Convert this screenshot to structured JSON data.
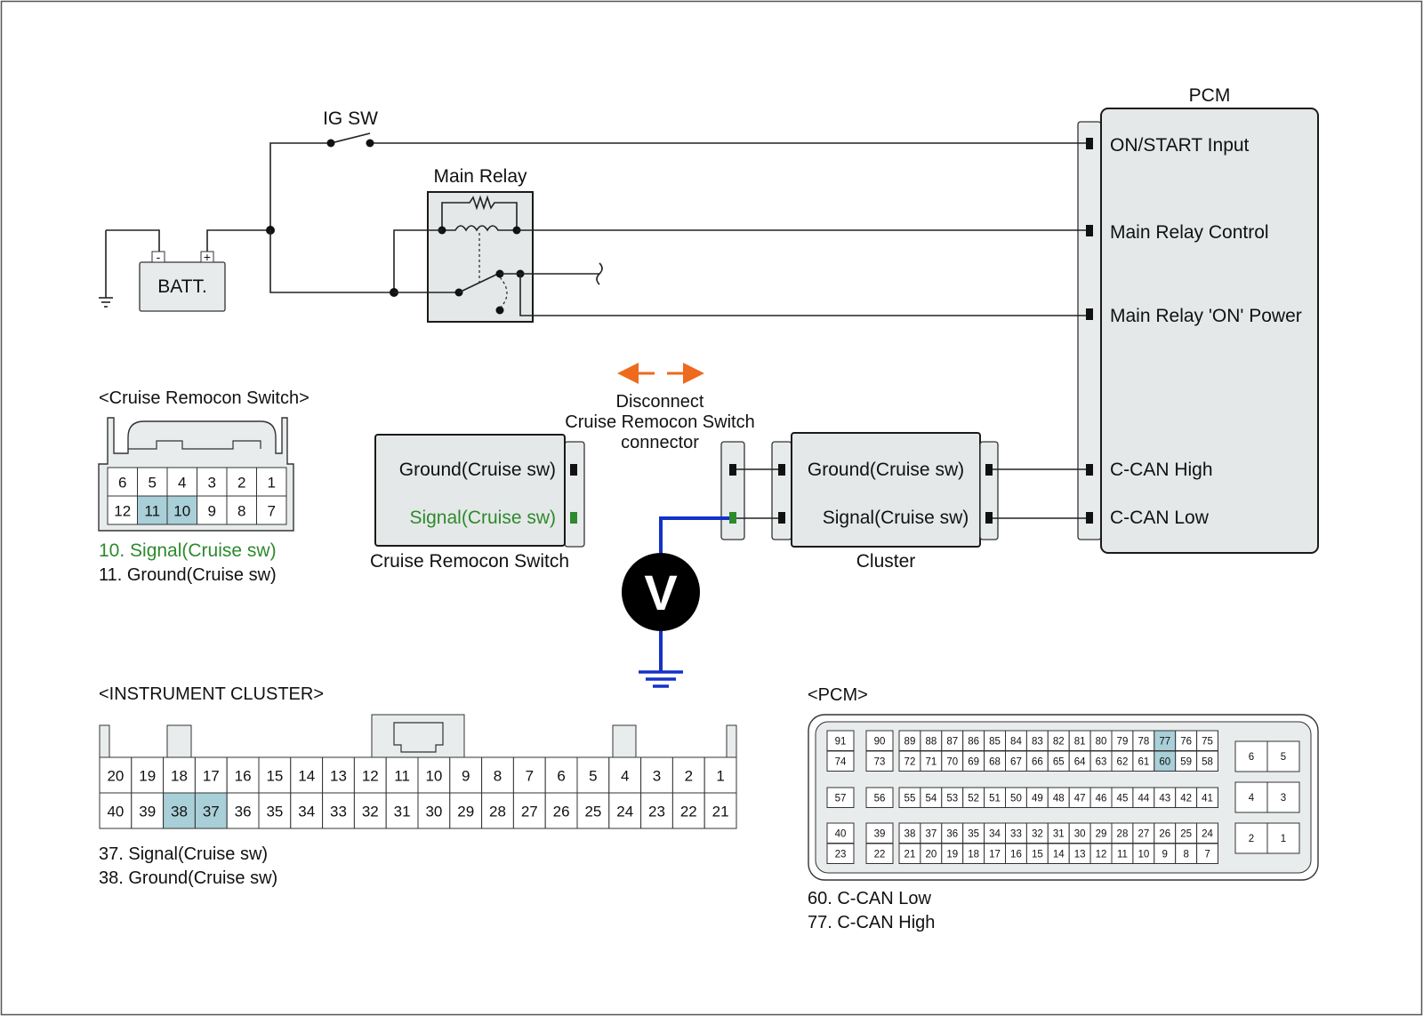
{
  "colors": {
    "highlight_pin": "#a9cfd8",
    "signal_green": "#2d8a2d",
    "probe_wire_blue": "#1432c8",
    "arrow_orange": "#ee6a1e",
    "component_fill": "#e5e8e8"
  },
  "pcm": {
    "title": "PCM",
    "inputs": [
      "ON/START Input",
      "Main Relay Control",
      "Main Relay 'ON' Power",
      "C-CAN High",
      "C-CAN Low"
    ]
  },
  "ig_sw": {
    "label": "IG SW"
  },
  "main_relay": {
    "label": "Main Relay"
  },
  "battery": {
    "label": "BATT.",
    "minus": "-",
    "plus": "+"
  },
  "disconnect_note": {
    "line1": "Disconnect",
    "line2": "Cruise Remocon Switch",
    "line3": "connector"
  },
  "cruise_switch_component": {
    "caption": "Cruise Remocon Switch",
    "ground": "Ground(Cruise sw)",
    "signal": "Signal(Cruise sw)"
  },
  "cluster_component": {
    "caption": "Cluster",
    "ground": "Ground(Cruise sw)",
    "signal": "Signal(Cruise sw)"
  },
  "voltmeter": {
    "symbol": "V"
  },
  "cruise_connector": {
    "title": "<Cruise Remocon Switch>",
    "top_row": [
      "6",
      "5",
      "4",
      "3",
      "2",
      "1"
    ],
    "bottom_row": [
      "12",
      "11",
      "10",
      "9",
      "8",
      "7"
    ],
    "highlighted": [
      "11",
      "10"
    ],
    "legend": [
      "10. Signal(Cruise sw)",
      "11. Ground(Cruise sw)"
    ]
  },
  "cluster_connector": {
    "title": "<INSTRUMENT CLUSTER>",
    "top_row": [
      "20",
      "19",
      "18",
      "17",
      "16",
      "15",
      "14",
      "13",
      "12",
      "11",
      "10",
      "9",
      "8",
      "7",
      "6",
      "5",
      "4",
      "3",
      "2",
      "1"
    ],
    "bottom_row": [
      "40",
      "39",
      "38",
      "37",
      "36",
      "35",
      "34",
      "33",
      "32",
      "31",
      "30",
      "29",
      "28",
      "27",
      "26",
      "25",
      "24",
      "23",
      "22",
      "21"
    ],
    "highlighted": [
      "38",
      "37"
    ],
    "legend": [
      "37. Signal(Cruise sw)",
      "38. Ground(Cruise sw)"
    ]
  },
  "pcm_connector": {
    "title": "<PCM>",
    "block_left_row1": [
      "91",
      "90"
    ],
    "block_left_row2": [
      "74",
      "73"
    ],
    "block_main_row1": [
      "89",
      "88",
      "87",
      "86",
      "85",
      "84",
      "83",
      "82",
      "81",
      "80",
      "79",
      "78",
      "77",
      "76",
      "75"
    ],
    "block_main_row2": [
      "72",
      "71",
      "70",
      "69",
      "68",
      "67",
      "66",
      "65",
      "64",
      "63",
      "62",
      "61",
      "60",
      "59",
      "58"
    ],
    "mid_left": [
      "57",
      "56"
    ],
    "mid_main": [
      "55",
      "54",
      "53",
      "52",
      "51",
      "50",
      "49",
      "48",
      "47",
      "46",
      "45",
      "44",
      "43",
      "42",
      "41"
    ],
    "block_bottom_left_row1": [
      "40",
      "39"
    ],
    "block_bottom_left_row2": [
      "23",
      "22"
    ],
    "block_bottom_main_row1": [
      "38",
      "37",
      "36",
      "35",
      "34",
      "33",
      "32",
      "31",
      "30",
      "29",
      "28",
      "27",
      "26",
      "25",
      "24"
    ],
    "block_bottom_main_row2": [
      "21",
      "20",
      "19",
      "18",
      "17",
      "16",
      "15",
      "14",
      "13",
      "12",
      "11",
      "10",
      "9",
      "8",
      "7"
    ],
    "right_pairs": [
      [
        "6",
        "5"
      ],
      [
        "4",
        "3"
      ],
      [
        "2",
        "1"
      ]
    ],
    "highlighted": [
      "77",
      "60"
    ],
    "legend": [
      "60. C-CAN Low",
      "77. C-CAN High"
    ]
  }
}
